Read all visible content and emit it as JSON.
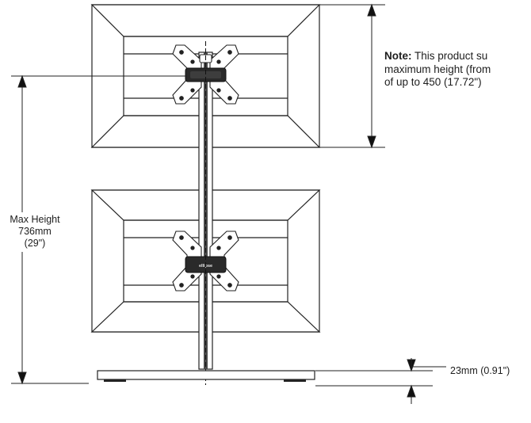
{
  "note": {
    "bold": "Note:",
    "line1": "This product su",
    "line2": "maximum height (from",
    "line3": "of up to 450 (17.72\")"
  },
  "max_height": {
    "line1": "Max Height",
    "line2": "736mm",
    "line3": "(29\")"
  },
  "base_dimension": "23mm (0.91\")",
  "clamp_brand": "ellipse"
}
